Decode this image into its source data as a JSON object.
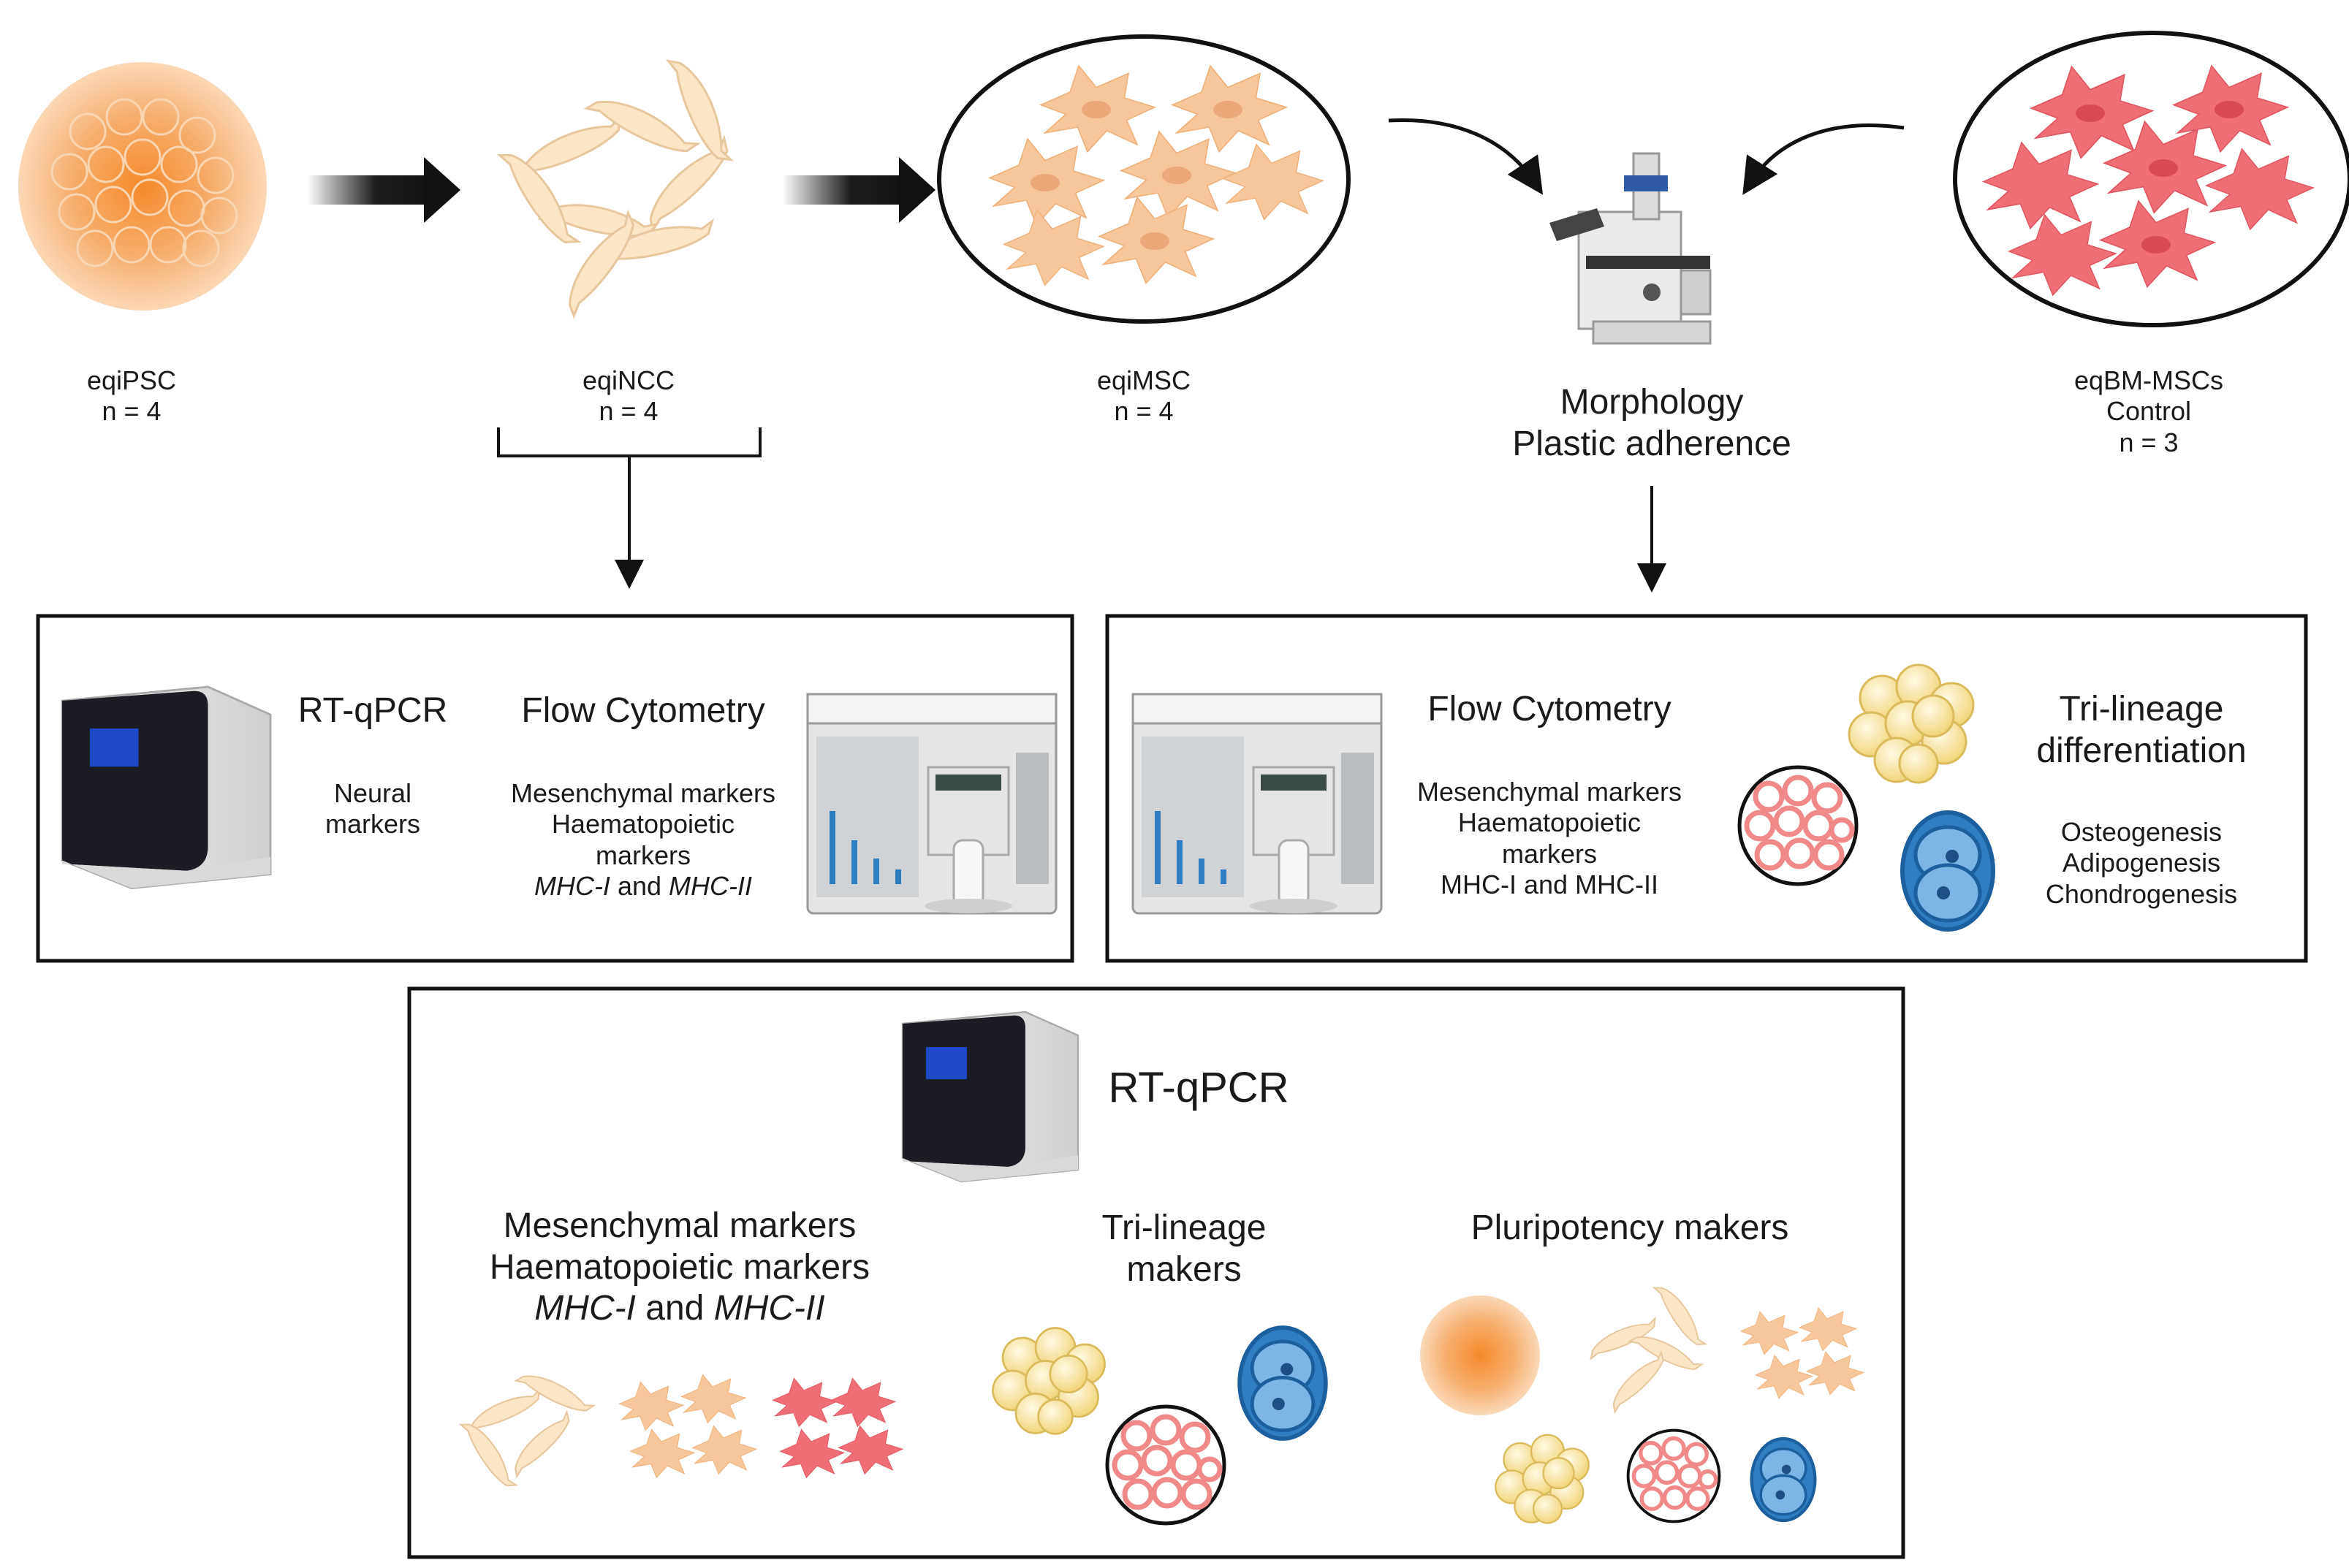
{
  "source_stages": [
    {
      "name": "eqiPSC",
      "n": "n = 4"
    },
    {
      "name": "eqiNCC",
      "n": "n = 4"
    },
    {
      "name": "eqiMSC",
      "n": "n = 4"
    }
  ],
  "control": {
    "name": "eqBM-MSCs",
    "sub": "Control",
    "n": "n = 3"
  },
  "microscope_step": {
    "line1": "Morphology",
    "line2": "Plastic adherence"
  },
  "box_left": {
    "rtqpcr_title": "RT-qPCR",
    "rtqpcr_lines": [
      "Neural",
      "markers"
    ],
    "flow_title": "Flow Cytometry",
    "flow_lines": [
      "Mesenchymal markers",
      "Haematopoietic",
      "markers"
    ],
    "mhc_i": "MHC-I",
    "mhc_and": "and",
    "mhc_ii": "MHC-II"
  },
  "box_right": {
    "flow_title": "Flow Cytometry",
    "flow_lines": [
      "Mesenchymal markers",
      "Haematopoietic",
      "markers",
      "MHC-I and MHC-II"
    ],
    "tri_title_lines": [
      "Tri-lineage",
      "differentiation"
    ],
    "tri_lines": [
      "Osteogenesis",
      "Adipogenesis",
      "Chondrogenesis"
    ]
  },
  "box_bottom": {
    "rtqpcr_title": "RT-qPCR",
    "markers_lines": [
      "Mesenchymal markers",
      "Haematopoietic markers"
    ],
    "mhc_i": "MHC-I",
    "mhc_and": "and",
    "mhc_ii": "MHC-II",
    "tri_lines": [
      "Tri-lineage",
      "makers"
    ],
    "pluri": "Pluripotency makers"
  },
  "colors": {
    "ipsc_core": "#f59a3c",
    "ipsc_edge": "#f9c9a0",
    "ncc_cell": "#fbe6c8",
    "msc_cell": "#f7c69a",
    "bm_msc_cell": "#ef6e78",
    "adipo": "#f6e3a0",
    "chondro": "#f08a8a",
    "osteo": "#2f7ec2",
    "machine_screen": "#1e3fb0",
    "box_border": "#111111"
  }
}
